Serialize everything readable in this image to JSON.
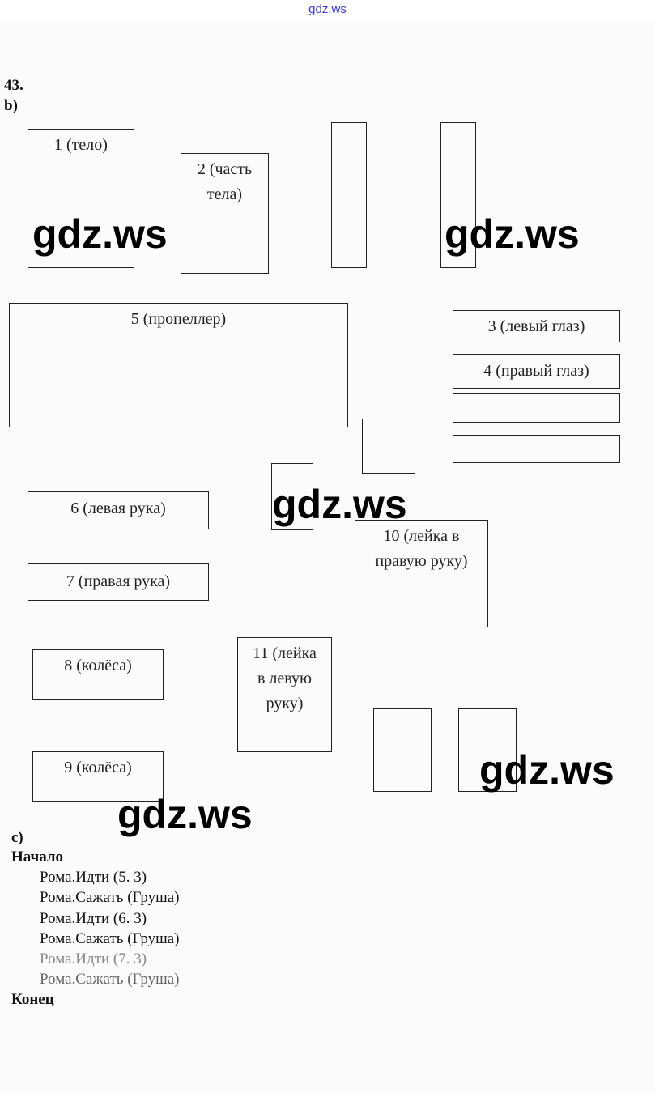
{
  "header": {
    "site_link": "gdz.ws"
  },
  "task_number": "43.",
  "part_b": {
    "label": "b)",
    "boxes": {
      "b1": "1 (тело)",
      "b2": "2 (часть тела)",
      "b3": "3 (левый глаз)",
      "b4": "4 (правый глаз)",
      "b5": "5 (пропеллер)",
      "b6": "6 (левая рука)",
      "b7": "7 (правая рука)",
      "b8": "8 (колёса)",
      "b9": "9 (колёса)",
      "b10": "10 (лейка в правую руку)",
      "b11": "11 (лейка в левую руку)"
    }
  },
  "part_c": {
    "label": "c)",
    "begin": "Начало",
    "lines": [
      "Рома.Идти (5. 3)",
      "Рома.Сажать (Груша)",
      "Рома.Идти (6. 3)",
      "Рома.Сажать (Груша)",
      "Рома.Идти (7. 3)",
      "Рома.Сажать (Груша)"
    ],
    "end": "Конец"
  },
  "watermark": "gdz.ws"
}
